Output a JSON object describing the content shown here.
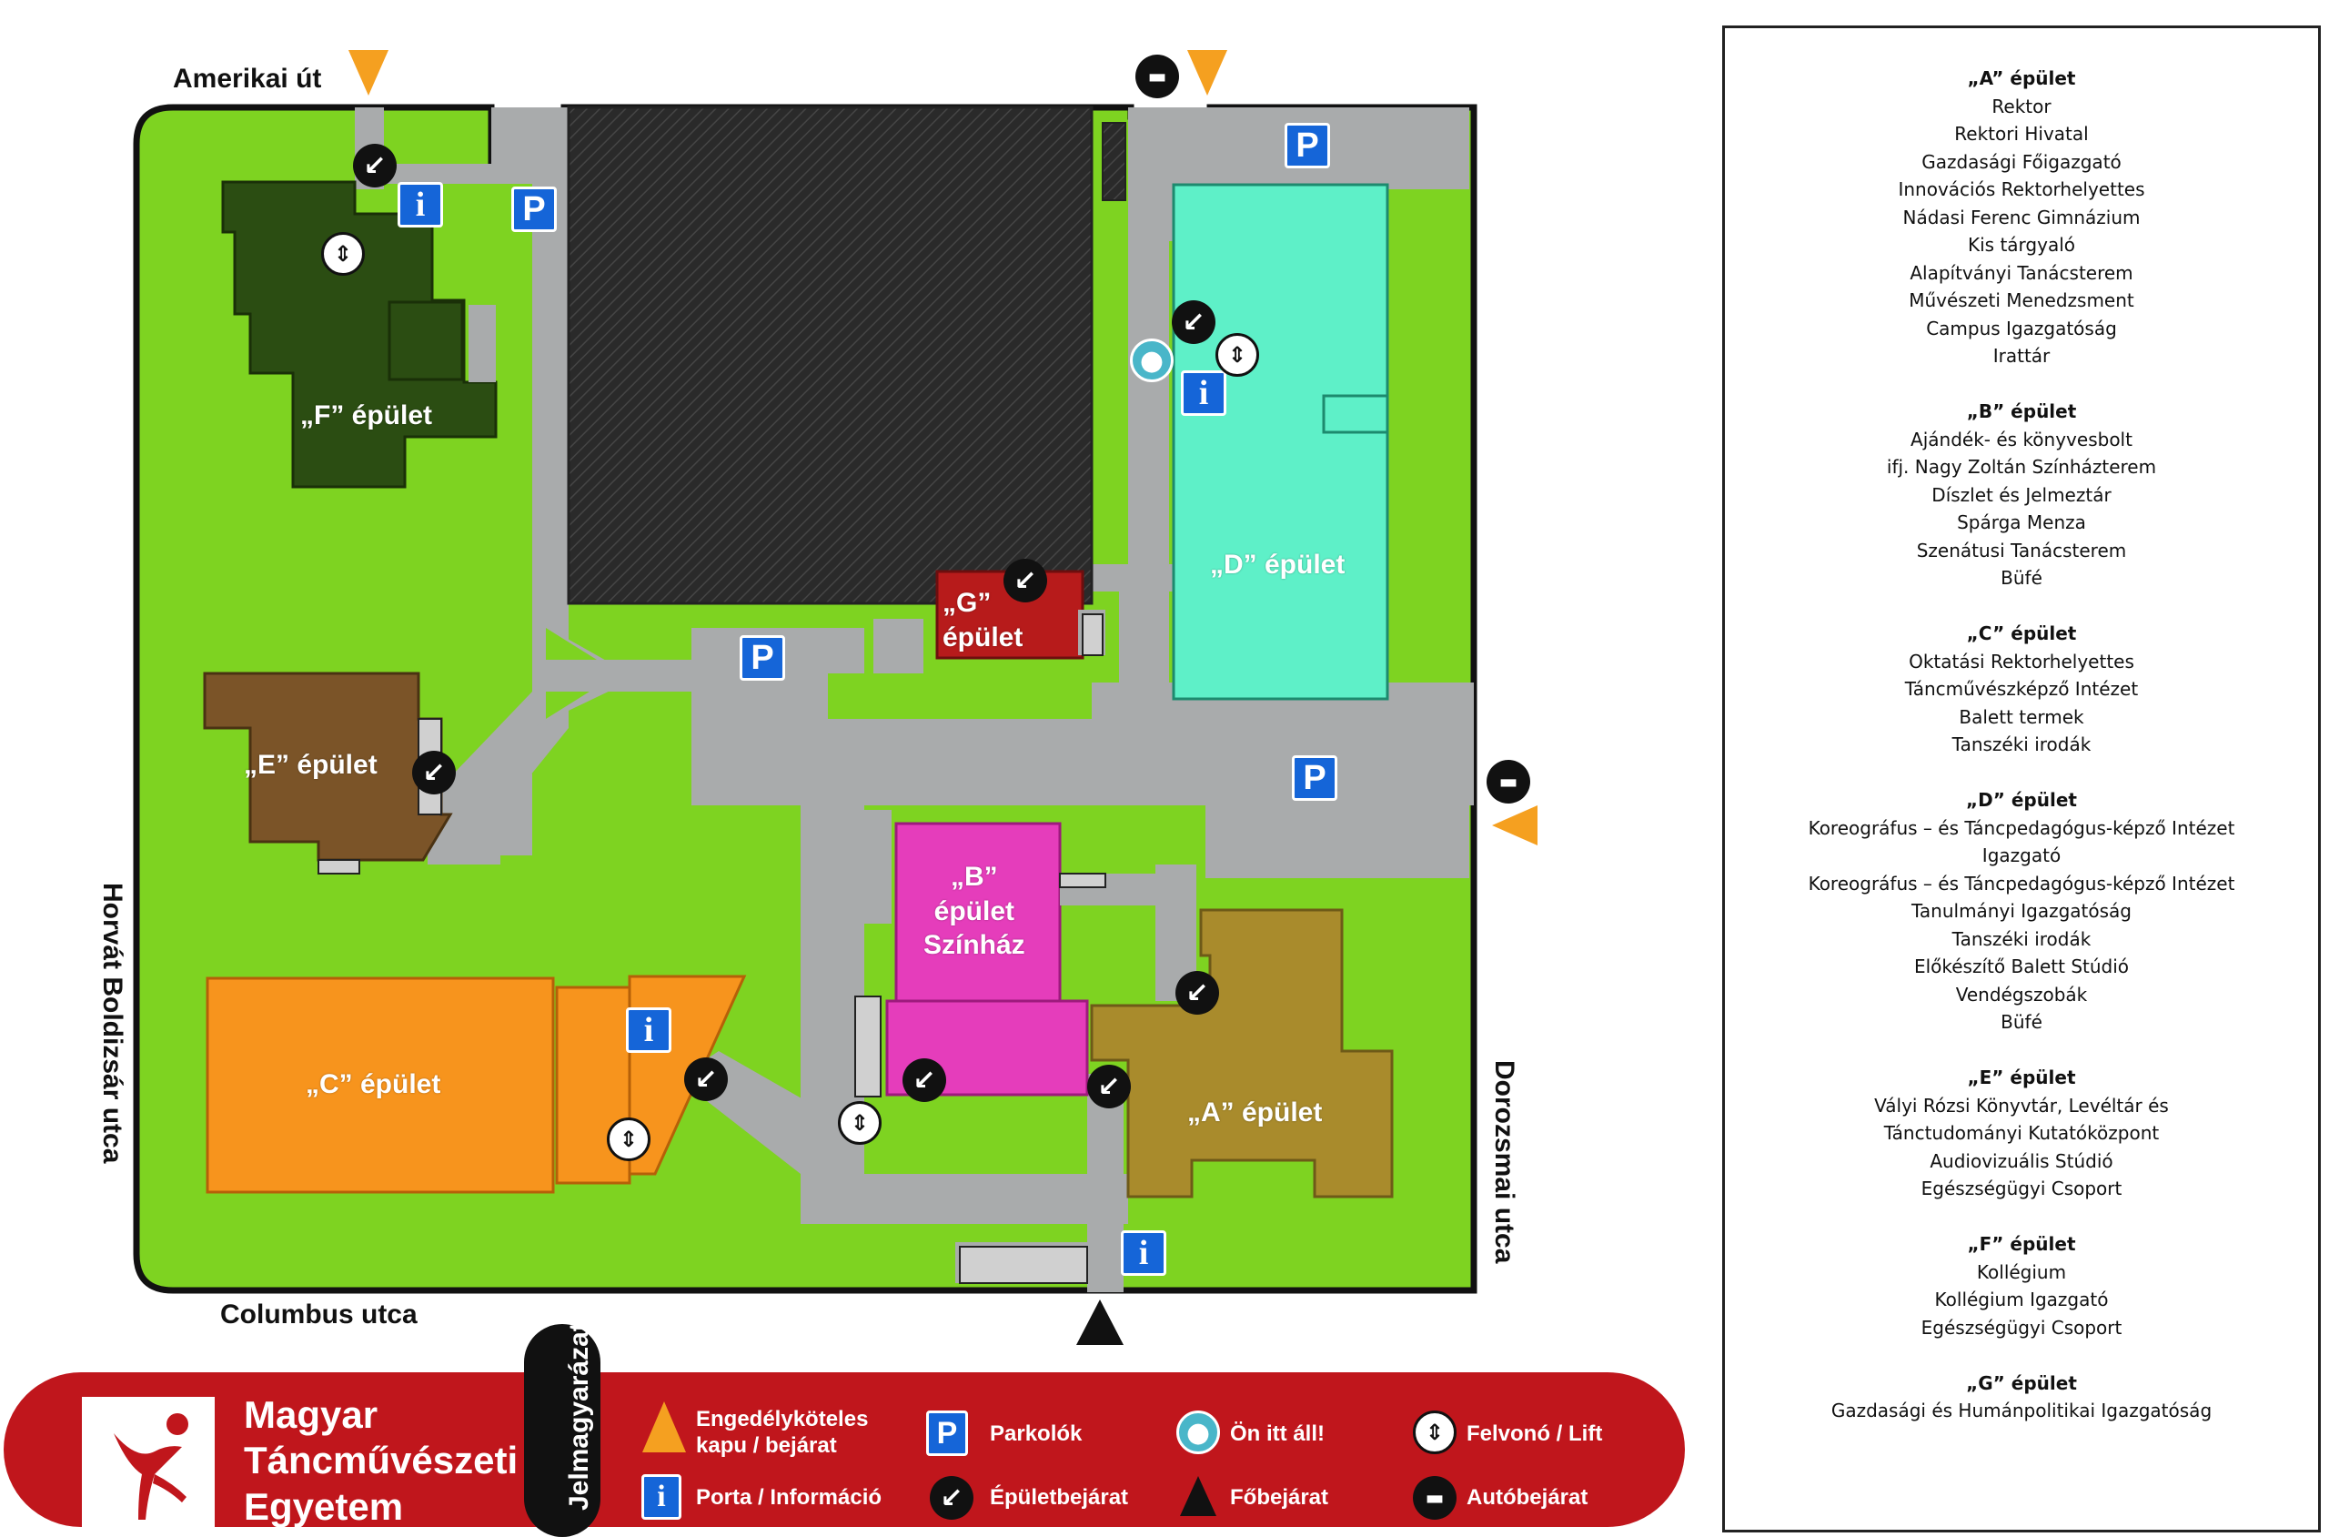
{
  "streets": {
    "north_left": "Amerikai út",
    "south": "Columbus utca",
    "west": "Horvát Boldizsár utca",
    "east": "Dorozsmai utca"
  },
  "buildings": {
    "a": "„A” épület",
    "b_line1": "„B”",
    "b_line2": "épület",
    "b_line3": "Színház",
    "c": "„C” épület",
    "d": "„D” épület",
    "e": "„E” épület",
    "f": "„F” épület",
    "g_line1": "„G”",
    "g_line2": "épület"
  },
  "map_icons": {
    "parking": "P",
    "info": "i",
    "building_entrance": "arrow-southwest-icon",
    "lift": "lift-icon",
    "car_entrance": "car-icon",
    "you_are_here": "person-icon",
    "permit_gate": "orange-triangle-icon",
    "main_entrance": "black-triangle-icon"
  },
  "colors": {
    "grass": "#7ed321",
    "path": "#a9abac",
    "building_a": "#a98b2c",
    "building_b": "#e53dbb",
    "building_c": "#f7941d",
    "building_d": "#5ef0c8",
    "building_e": "#7b5428",
    "building_f": "#2b4d12",
    "building_g": "#b71b1b",
    "hatched_area": "#2a2a2a",
    "banner": "#c0161c",
    "gate": "#f5a020",
    "parking": "#1565d8"
  },
  "legend": {
    "university_line1": "Magyar",
    "university_line2": "Táncművészeti",
    "university_line3": "Egyetem",
    "heading": "Jelmagyarázat",
    "items": {
      "gate": "Engedélyköteles kapu / bejárat",
      "info": "Porta / Információ",
      "parking": "Parkolók",
      "entrance": "Épületbejárat",
      "here": "Ön itt áll!",
      "main": "Főbejárat",
      "lift": "Felvonó / Lift",
      "car": "Autóbejárat"
    }
  },
  "directory": [
    {
      "title": "„A” épület",
      "items": [
        "Rektor",
        "Rektori Hivatal",
        "Gazdasági Főigazgató",
        "Innovációs Rektorhelyettes",
        "Nádasi Ferenc Gimnázium",
        "Kis tárgyaló",
        "Alapítványi Tanácsterem",
        "Művészeti Menedzsment",
        "Campus Igazgatóság",
        "Irattár"
      ]
    },
    {
      "title": "„B” épület",
      "items": [
        "Ajándék- és könyvesbolt",
        "ifj. Nagy Zoltán Színházterem",
        "Díszlet és Jelmeztár",
        "Spárga Menza",
        "Szenátusi Tanácsterem",
        "Büfé"
      ]
    },
    {
      "title": "„C” épület",
      "items": [
        "Oktatási Rektorhelyettes",
        "Táncművészképző Intézet",
        "Balett termek",
        "Tanszéki irodák"
      ]
    },
    {
      "title": "„D” épület",
      "items": [
        "Koreográfus – és Táncpedagógus-képző Intézet",
        "Igazgató",
        "Koreográfus – és Táncpedagógus-képző Intézet",
        "Tanulmányi Igazgatóság",
        "Tanszéki irodák",
        "Előkészítő Balett Stúdió",
        "Vendégszobák",
        "Büfé"
      ]
    },
    {
      "title": "„E” épület",
      "items": [
        "Vályi Rózsi Könyvtár, Levéltár és",
        "Tánctudományi Kutatóközpont",
        "Audiovizuális Stúdió",
        "Egészségügyi Csoport"
      ]
    },
    {
      "title": "„F” épület",
      "items": [
        "Kollégium",
        "Kollégium Igazgató",
        "Egészségügyi Csoport"
      ]
    },
    {
      "title": "„G” épület",
      "items": [
        "Gazdasági és Humánpolitikai Igazgatóság"
      ]
    }
  ]
}
